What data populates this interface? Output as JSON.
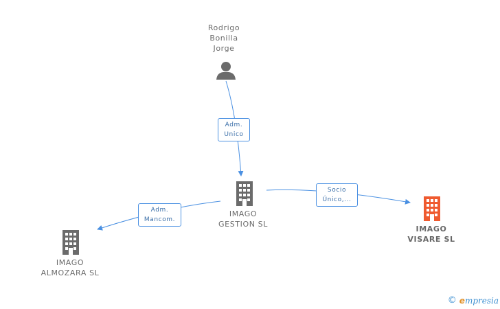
{
  "nodes": {
    "person": {
      "name_lines": [
        "Rodrigo",
        "Bonilla",
        "Jorge"
      ]
    },
    "gestion": {
      "name_lines": [
        "IMAGO",
        "GESTION SL"
      ]
    },
    "visare": {
      "name_lines": [
        "IMAGO",
        "VISARE  SL"
      ]
    },
    "almozara": {
      "name_lines": [
        "IMAGO",
        "ALMOZARA SL"
      ]
    }
  },
  "edges": {
    "person_to_gestion": {
      "lines": [
        "Adm.",
        "Unico"
      ]
    },
    "gestion_to_visare": {
      "lines": [
        "Socio",
        "Único,..."
      ]
    },
    "gestion_to_almozara": {
      "lines": [
        "Adm.",
        "Mancom."
      ]
    }
  },
  "footer": {
    "copyright_symbol": "©",
    "brand_initial": "e",
    "brand_rest": "mpresia"
  },
  "colors": {
    "edge": "#4a90e2",
    "building_gray": "#6b6b6b",
    "building_focus": "#ef5a2f",
    "person_gray": "#6b6b6b"
  }
}
